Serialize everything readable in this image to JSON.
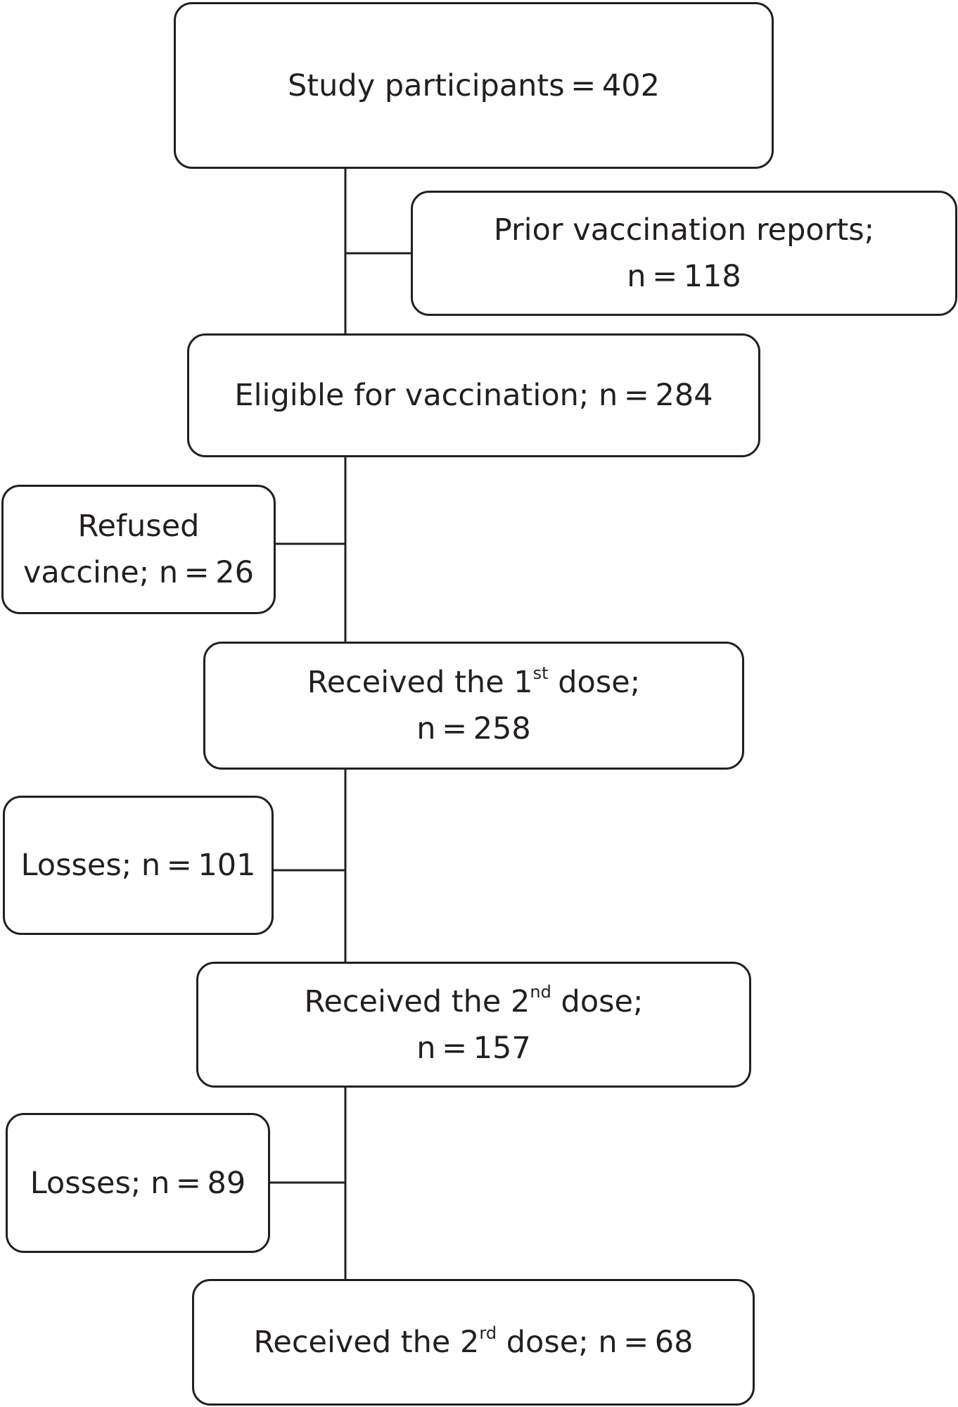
{
  "boxes": {
    "study": {
      "line1": "Study participants = 402"
    },
    "prior": {
      "line1": "Prior vaccination reports;",
      "line2": "n = 118"
    },
    "eligible": {
      "line1": "Eligible for vaccination; n = 284"
    },
    "refused": {
      "line1": "Refused",
      "line2": "vaccine; n = 26"
    },
    "dose1": {
      "pre": "Received the 1",
      "sup": "st",
      "post": " dose;",
      "line2": "n = 258"
    },
    "losses1": {
      "line1": "Losses; n = 101"
    },
    "dose2": {
      "pre": "Received the 2",
      "sup": "nd",
      "post": " dose;",
      "line2": "n = 157"
    },
    "losses2": {
      "line1": "Losses; n = 89"
    },
    "dose3": {
      "pre": "Received the 2",
      "sup": "rd",
      "post": " dose; n = 68"
    }
  },
  "colors": {
    "stroke": "#231f20",
    "fill": "#ffffff"
  }
}
